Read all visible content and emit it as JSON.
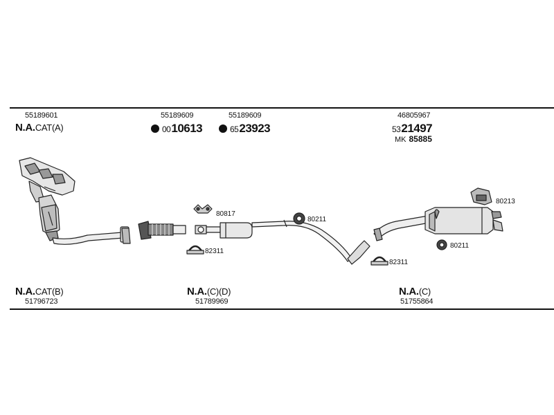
{
  "top_row": {
    "col1": {
      "part_number": "55189601",
      "na_label": "N.A.",
      "na_suffix": "CAT(A)"
    },
    "col2": {
      "part_number": "55189609",
      "ref_prefix": "00",
      "ref_main": "10613"
    },
    "col3": {
      "part_number": "55189609",
      "ref_prefix": "65",
      "ref_main": "23923"
    },
    "col4": {
      "part_number": "46805967",
      "ref_prefix": "53",
      "ref_main": "21497",
      "mk_label": "MK",
      "mk_value": "85885"
    }
  },
  "bottom_row": {
    "col1": {
      "na_label": "N.A.",
      "na_suffix": "CAT(B)",
      "part_number": "51796723"
    },
    "col2": {
      "na_label": "N.A.",
      "na_suffix": "(C)(D)",
      "part_number": "51789969"
    },
    "col3": {
      "na_label": "N.A.",
      "na_suffix": "(C)",
      "part_number": "51755864"
    }
  },
  "component_labels": {
    "clamp_gasket_front": "80817",
    "clamp_front": "82311",
    "hanger_mid": "80211",
    "clamp_rear": "82311",
    "hanger_top_right": "80213",
    "hanger_rear": "80211"
  }
}
